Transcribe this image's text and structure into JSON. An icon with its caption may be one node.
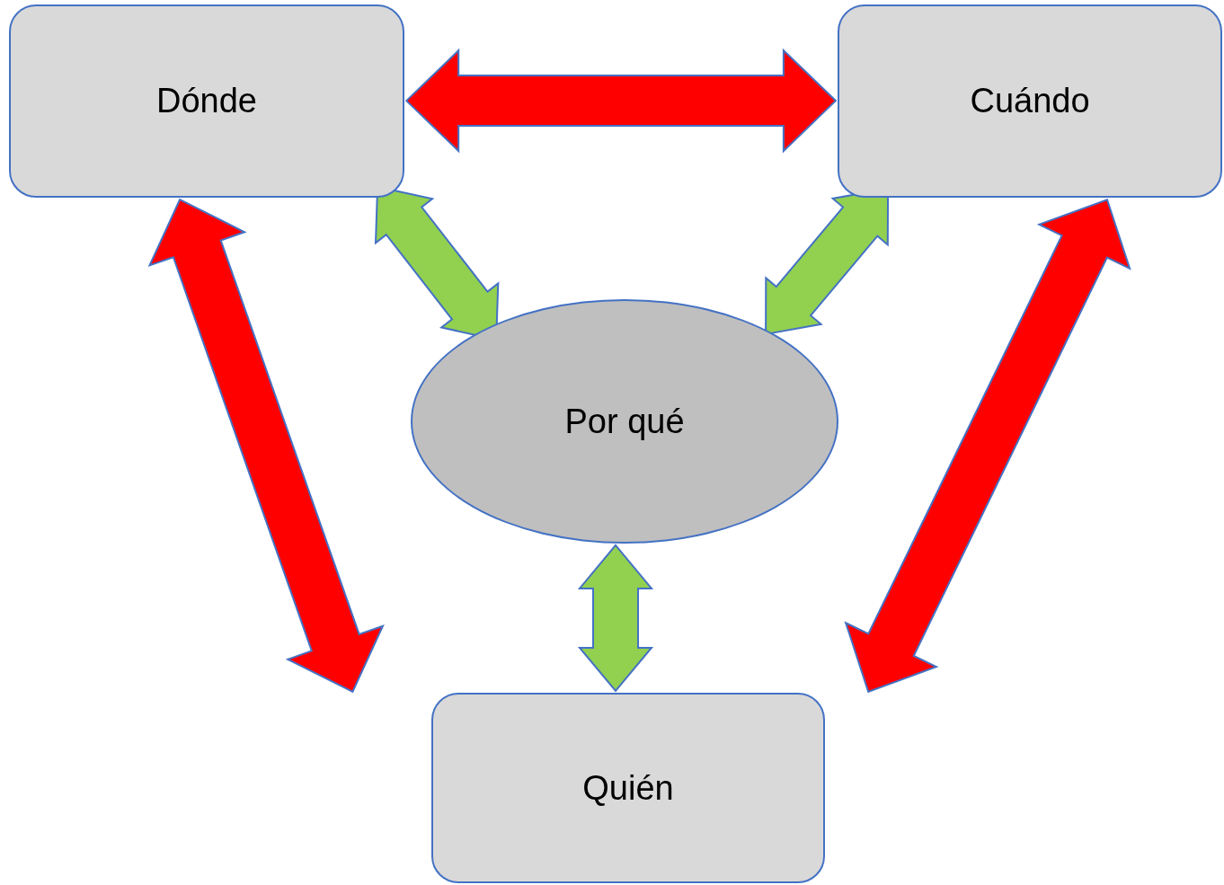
{
  "diagram": {
    "nodes": [
      {
        "text": [
          "Dónde"
        ]
      },
      {
        "text": [
          "Cuándo"
        ]
      },
      {
        "text": [
          "Por qué"
        ]
      },
      {
        "text": [
          "Quién"
        ]
      }
    ],
    "edges": [
      {
        "from": 0,
        "to": 1,
        "arrow": "both",
        "color": "#ff0000"
      },
      {
        "from": 0,
        "to": 3,
        "arrow": "both",
        "color": "#ff0000"
      },
      {
        "from": 1,
        "to": 3,
        "arrow": "both",
        "color": "#ff0000"
      },
      {
        "from": 0,
        "to": 2,
        "arrow": "both",
        "color": "#92d050"
      },
      {
        "from": 1,
        "to": 2,
        "arrow": "both",
        "color": "#92d050"
      },
      {
        "from": 2,
        "to": 3,
        "arrow": "both",
        "color": "#92d050"
      }
    ]
  }
}
